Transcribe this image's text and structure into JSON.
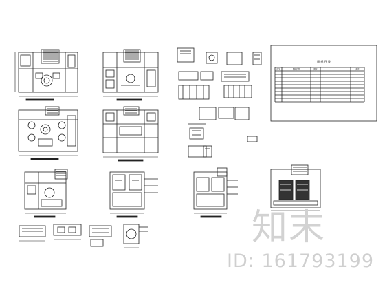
{
  "drawing": {
    "index_table_title": "图 纸 目 录",
    "index_table_header": [
      "序号",
      "图纸名称",
      "图号",
      "备注"
    ]
  },
  "watermark": {
    "logo_text": "知末",
    "id_text": "ID: 161793199"
  }
}
